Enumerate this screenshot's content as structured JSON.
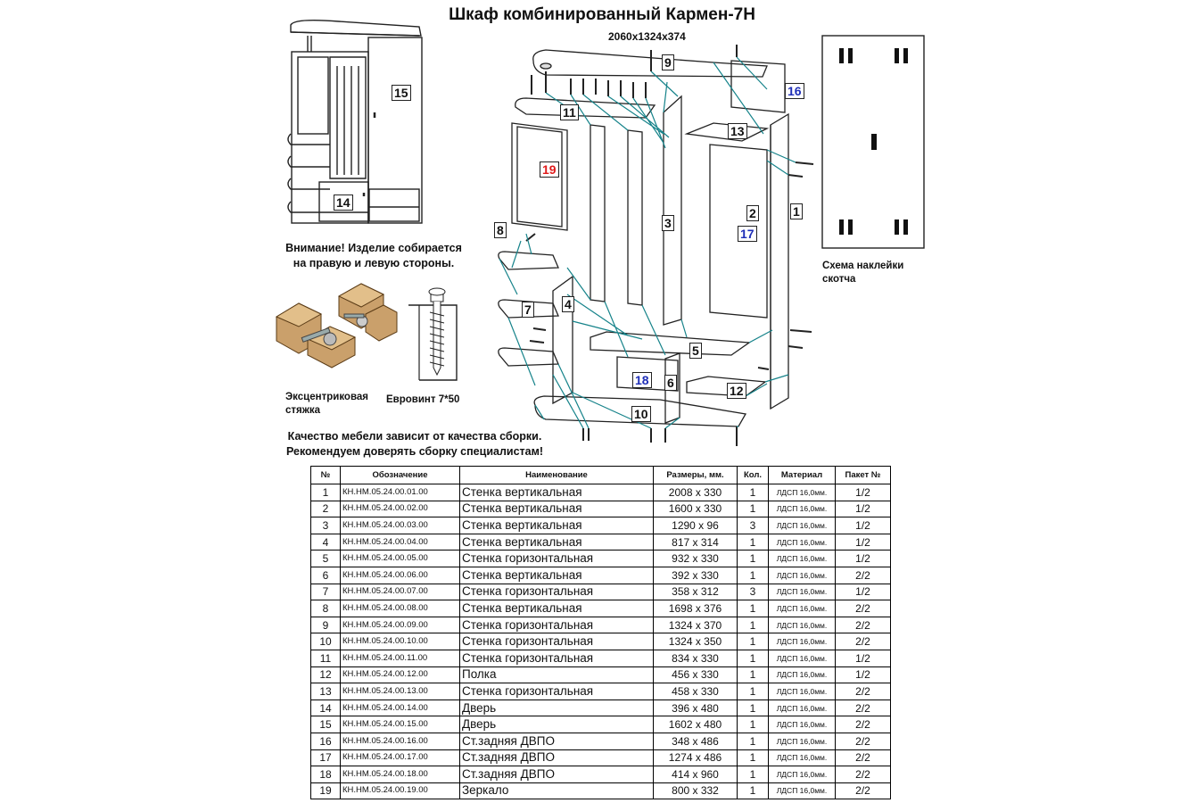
{
  "title": "Шкаф комбинированный Кармен-7Н",
  "dimensions": "2060x1324x374",
  "warning_line1": "Внимание! Изделие собирается",
  "warning_line2": "на правую и левую стороны.",
  "tape_scheme_line1": "Схема наклейки",
  "tape_scheme_line2": "скотча",
  "eccentric_line1": "Эксцентриковая",
  "eccentric_line2": "стяжка",
  "eurovint": "Евровинт 7*50",
  "quality_line1": "Качество мебели зависит от качества сборки.",
  "quality_line2": "Рекомендуем доверять сборку специалистам!",
  "part_tags": {
    "p1": "1",
    "p2": "2",
    "p3": "3",
    "p4": "4",
    "p5": "5",
    "p6": "6",
    "p7": "7",
    "p8": "8",
    "p9": "9",
    "p10": "10",
    "p11": "11",
    "p12": "12",
    "p13": "13",
    "p14": "14",
    "p15": "15",
    "p16": "16",
    "p17": "17",
    "p18": "18",
    "p19": "19"
  },
  "tag_colors": {
    "normal": "#111111",
    "blue": "#1f2fb8",
    "red": "#e01b1b",
    "leader": "#16838a"
  },
  "table": {
    "headers": [
      "№",
      "Обозначение",
      "Наименование",
      "Размеры, мм.",
      "Кол.",
      "Материал",
      "Пакет №"
    ],
    "rows": [
      [
        "1",
        "КН.НМ.05.24.00.01.00",
        "Стенка вертикальная",
        "2008 x 330",
        "1",
        "ЛДСП 16,0мм.",
        "1/2"
      ],
      [
        "2",
        "КН.НМ.05.24.00.02.00",
        "Стенка вертикальная",
        "1600 x 330",
        "1",
        "ЛДСП 16,0мм.",
        "1/2"
      ],
      [
        "3",
        "КН.НМ.05.24.00.03.00",
        "Стенка вертикальная",
        "1290 x 96",
        "3",
        "ЛДСП 16,0мм.",
        "1/2"
      ],
      [
        "4",
        "КН.НМ.05.24.00.04.00",
        "Стенка вертикальная",
        "817 x 314",
        "1",
        "ЛДСП 16,0мм.",
        "1/2"
      ],
      [
        "5",
        "КН.НМ.05.24.00.05.00",
        "Стенка горизонтальная",
        "932 x 330",
        "1",
        "ЛДСП 16,0мм.",
        "1/2"
      ],
      [
        "6",
        "КН.НМ.05.24.00.06.00",
        "Стенка вертикальная",
        "392 x 330",
        "1",
        "ЛДСП 16,0мм.",
        "2/2"
      ],
      [
        "7",
        "КН.НМ.05.24.00.07.00",
        "Стенка горизонтальная",
        "358 x 312",
        "3",
        "ЛДСП 16,0мм.",
        "1/2"
      ],
      [
        "8",
        "КН.НМ.05.24.00.08.00",
        "Стенка вертикальная",
        "1698 x 376",
        "1",
        "ЛДСП 16,0мм.",
        "2/2"
      ],
      [
        "9",
        "КН.НМ.05.24.00.09.00",
        "Стенка горизонтальная",
        "1324 x 370",
        "1",
        "ЛДСП 16,0мм.",
        "2/2"
      ],
      [
        "10",
        "КН.НМ.05.24.00.10.00",
        "Стенка горизонтальная",
        "1324 x 350",
        "1",
        "ЛДСП 16,0мм.",
        "2/2"
      ],
      [
        "11",
        "КН.НМ.05.24.00.11.00",
        "Стенка горизонтальная",
        "834 x 330",
        "1",
        "ЛДСП 16,0мм.",
        "1/2"
      ],
      [
        "12",
        "КН.НМ.05.24.00.12.00",
        "Полка",
        "456 x 330",
        "1",
        "ЛДСП 16,0мм.",
        "1/2"
      ],
      [
        "13",
        "КН.НМ.05.24.00.13.00",
        "Стенка горизонтальная",
        "458 x 330",
        "1",
        "ЛДСП 16,0мм.",
        "2/2"
      ],
      [
        "14",
        "КН.НМ.05.24.00.14.00",
        "Дверь",
        "396 x 480",
        "1",
        "ЛДСП 16,0мм.",
        "2/2"
      ],
      [
        "15",
        "КН.НМ.05.24.00.15.00",
        "Дверь",
        "1602 x 480",
        "1",
        "ЛДСП 16,0мм.",
        "2/2"
      ],
      [
        "16",
        "КН.НМ.05.24.00.16.00",
        "Ст.задняя ДВПО",
        "348 x 486",
        "1",
        "ЛДСП 16,0мм.",
        "2/2"
      ],
      [
        "17",
        "КН.НМ.05.24.00.17.00",
        "Ст.задняя ДВПО",
        "1274 x 486",
        "1",
        "ЛДСП 16,0мм.",
        "2/2"
      ],
      [
        "18",
        "КН.НМ.05.24.00.18.00",
        "Ст.задняя ДВПО",
        "414 x 960",
        "1",
        "ЛДСП 16,0мм.",
        "2/2"
      ],
      [
        "19",
        "КН.НМ.05.24.00.19.00",
        "Зеркало",
        "800 x 332",
        "1",
        "ЛДСП 16,0мм.",
        "2/2"
      ]
    ]
  }
}
